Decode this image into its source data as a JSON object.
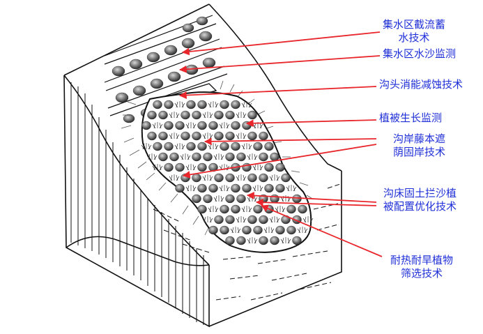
{
  "colors": {
    "arrow": "#e8262b",
    "label": "#1f2fd8",
    "ink": "#111111"
  },
  "labels": {
    "rainwater_line1": "集水区截流蓄",
    "rainwater_line2": "水技术",
    "water_sediment": "集水区水沙监测",
    "gully_head": "沟头消能减蚀技术",
    "veg_growth": "植被生长监测",
    "vine_line1": "沟岸藤本遮",
    "vine_line2": "荫固岸技术",
    "bed_line1": "沟床固土拦沙植",
    "bed_line2": "被配置优化技术",
    "plant_line1": "耐热耐旱植物",
    "plant_line2": "筛选技术"
  }
}
